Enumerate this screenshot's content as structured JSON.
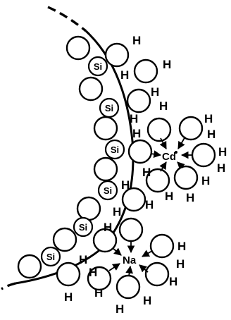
{
  "labels": {
    "silicon": "Si",
    "hydrogen": "H",
    "cadmium_ion": "Cd",
    "sodium_ion": "Na"
  },
  "counts": {
    "si_atoms": 6
  }
}
